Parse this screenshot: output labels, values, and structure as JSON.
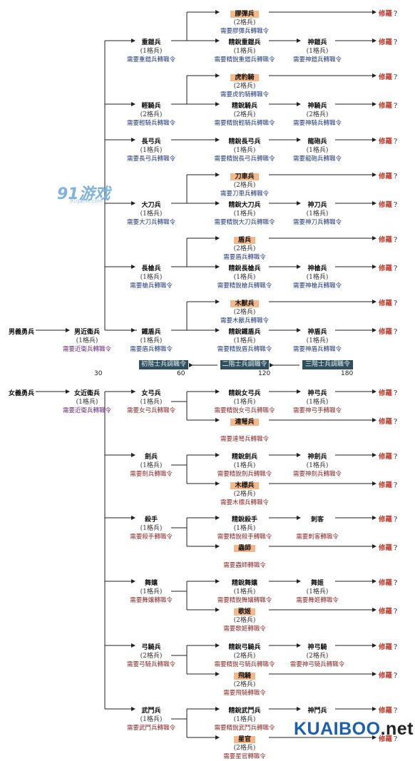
{
  "logo": {
    "text": "91游戏",
    "sub": "91game.com"
  },
  "watermark": {
    "main": "KUAIBOO",
    "tld": ".net"
  },
  "end_label": "修羅",
  "end_mark": "?",
  "scale": [
    "30",
    "60",
    "120",
    "180"
  ],
  "stages": [
    "初階士兵調職令",
    "二階士兵調職令",
    "三階士兵調職令"
  ],
  "male": {
    "root": {
      "name": "男義勇兵"
    },
    "guard": {
      "name": "男近衛兵",
      "sub": "(1格兵)",
      "req": "需要近衛兵轉職令"
    },
    "branches": [
      {
        "t2": {
          "name": "重鎧兵",
          "sub": "(1格兵)",
          "req": "需要重鎧兵轉職令"
        },
        "upper": {
          "name": "膠彈兵",
          "sub": "(2格兵)",
          "req": "需要膠彈兵轉職令"
        },
        "elite": {
          "name": "精銳重鎧兵",
          "sub": "(1格兵)",
          "req": "需要精銳重鎧兵轉職令"
        },
        "god": {
          "name": "神鎧兵",
          "sub": "(1格兵)",
          "req": "需要神鎧兵轉職令"
        }
      },
      {
        "t2": {
          "name": "輕騎兵",
          "sub": "(2格兵)",
          "req": "需要輕騎兵轉職令"
        },
        "upper": {
          "name": "虎豹騎",
          "sub": "(2格兵)",
          "req": "需要虎豹騎轉職令"
        },
        "elite": {
          "name": "精銳騎兵",
          "sub": "(2格兵)",
          "req": "需要精銳輕騎兵轉職令"
        },
        "god": {
          "name": "神騎兵",
          "sub": "(2格兵)",
          "req": "需要神騎兵轉職令"
        }
      },
      {
        "t2": {
          "name": "長弓兵",
          "sub": "(1格兵)",
          "req": "需要長弓兵轉職令"
        },
        "elite": {
          "name": "精銳長弓兵",
          "sub": "(1格兵)",
          "req": "需要精銳長弓兵轉職令"
        },
        "god": {
          "name": "龍砲兵",
          "sub": "(1格兵)",
          "req": "需要龍砲兵轉職令"
        }
      },
      {
        "t2": {
          "name": "大刀兵",
          "sub": "(1格兵)",
          "req": "需要大刀兵轉職令"
        },
        "upper": {
          "name": "刀車兵",
          "sub": "(2格兵)",
          "req": "需要刀車兵轉職令"
        },
        "elite": {
          "name": "精銳大刀兵",
          "sub": "(1格兵)",
          "req": "需要精銳大刀兵轉職令"
        },
        "god": {
          "name": "神刀兵",
          "sub": "(1格兵)",
          "req": "需要神刀兵轉職令"
        }
      },
      {
        "t2": {
          "name": "長槍兵",
          "sub": "(1格兵)",
          "req": "需要槍兵轉職令"
        },
        "upper": {
          "name": "盾兵",
          "sub": "(2格兵)",
          "req": "需要盾兵轉職令"
        },
        "elite": {
          "name": "精銳長槍兵",
          "sub": "(1格兵)",
          "req": "需要精銳槍兵轉職令"
        },
        "god": {
          "name": "神槍兵",
          "sub": "(1格兵)",
          "req": "需要神槍兵轉職令"
        }
      },
      {
        "t2": {
          "name": "鐵盾兵",
          "sub": "(1格兵)",
          "req": "需要盾兵轉職令"
        },
        "upper": {
          "name": "木獸兵",
          "sub": "(2格兵)",
          "req": "需要木獸兵轉職令"
        },
        "elite": {
          "name": "精銳鐵盾兵",
          "sub": "(1格兵)",
          "req": "需要精銳盾兵轉職令"
        },
        "god": {
          "name": "神盾兵",
          "sub": "(1格兵)",
          "req": "需要神盾兵轉職令"
        }
      }
    ]
  },
  "female": {
    "root": {
      "name": "女義勇兵"
    },
    "guard": {
      "name": "女近衛兵",
      "sub": "(1格兵)",
      "req": "需要近衛兵轉職令"
    },
    "branches": [
      {
        "t2": {
          "name": "女弓兵",
          "sub": "(1格兵)",
          "req": "需要女弓兵轉職令"
        },
        "elite": {
          "name": "精銳女弓兵",
          "sub": "(1格兵)",
          "req": "需要精銳女弓兵轉職令"
        },
        "god": {
          "name": "神弓兵",
          "sub": "(1格兵)",
          "req": "需要神弓手轉職令"
        },
        "lower": {
          "name": "連弩兵",
          "sub": "",
          "req": "需要連弩兵轉職令"
        }
      },
      {
        "t2": {
          "name": "劍兵",
          "sub": "(1格兵)",
          "req": "需要劍兵轉職令"
        },
        "elite": {
          "name": "精銳劍兵",
          "sub": "(1格兵)",
          "req": "需要精銳劍兵轉職令"
        },
        "god": {
          "name": "神劍兵",
          "sub": "(1格兵)",
          "req": "需要神劍兵轉職令"
        },
        "lower": {
          "name": "木標兵",
          "sub": "(2格兵)",
          "req": "需要木標兵轉職令"
        }
      },
      {
        "t2": {
          "name": "殺手",
          "sub": "(1格兵)",
          "req": "需要殺手轉職令"
        },
        "elite": {
          "name": "精銳殺手",
          "sub": "(1格兵)",
          "req": "需要精銳殺手轉職令"
        },
        "god": {
          "name": "刺客",
          "sub": "",
          "req": "需要刺客轉職令"
        },
        "lower": {
          "name": "蟲師",
          "sub": "",
          "req": "需要蟲師轉職令"
        }
      },
      {
        "t2": {
          "name": "舞孃",
          "sub": "(1格兵)",
          "req": "需要舞孃轉職令"
        },
        "elite": {
          "name": "精銳舞孃",
          "sub": "(1格兵)",
          "req": "需要精銳舞孃轉職令"
        },
        "god": {
          "name": "舞姬",
          "sub": "(1格兵)",
          "req": "需要舞姬轉職令"
        },
        "lower": {
          "name": "歌姬",
          "sub": "(2格兵)",
          "req": "需要歌姬轉職令"
        }
      },
      {
        "t2": {
          "name": "弓騎兵",
          "sub": "(2格兵)",
          "req": "需要弓騎兵轉職令"
        },
        "elite": {
          "name": "精銳弓騎兵",
          "sub": "(2格兵)",
          "req": "需要精銳弓騎兵轉職令"
        },
        "god": {
          "name": "神弓騎",
          "sub": "(2格兵)",
          "req": "需要神弓騎兵轉職令"
        },
        "lower": {
          "name": "飛騎",
          "sub": "(2格兵)",
          "req": "需要飛騎轉職令"
        }
      },
      {
        "t2": {
          "name": "武鬥兵",
          "sub": "(1格兵)",
          "req": "需要武鬥兵轉職令"
        },
        "elite": {
          "name": "精銳武鬥兵",
          "sub": "(1格兵)",
          "req": "需要精銳武鬥兵轉職令"
        },
        "god": {
          "name": "神鬥兵",
          "sub": "",
          "req": ""
        },
        "lower": {
          "name": "星官",
          "sub": "(2格兵)",
          "req": "需要星官轉職令"
        }
      }
    ]
  }
}
